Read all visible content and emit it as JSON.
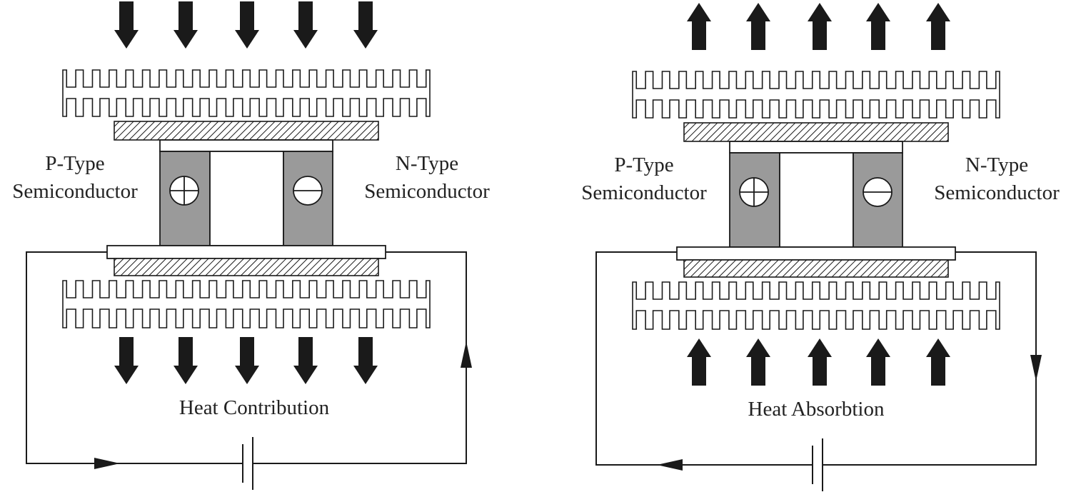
{
  "colors": {
    "line": "#1a1a1a",
    "semiconductor_fill": "#9a9a9a",
    "background": "#ffffff",
    "heat_arrow": "#1a1a1a"
  },
  "panels": [
    {
      "id": "heat-contribution",
      "p_label_line1": "P-Type",
      "p_label_line2": "Semiconductor",
      "n_label_line1": "N-Type",
      "n_label_line2": "Semiconductor",
      "caption": "Heat Contribution",
      "heat_flow": "down",
      "p_sign": "plus",
      "n_sign": "minus",
      "current_direction": "counterclockwise"
    },
    {
      "id": "heat-absorption",
      "p_label_line1": "P-Type",
      "p_label_line2": "Semiconductor",
      "n_label_line1": "N-Type",
      "n_label_line2": "Semiconductor",
      "caption": "Heat Absorbtion",
      "heat_flow": "up",
      "p_sign": "plus",
      "n_sign": "minus",
      "current_direction": "clockwise"
    }
  ]
}
